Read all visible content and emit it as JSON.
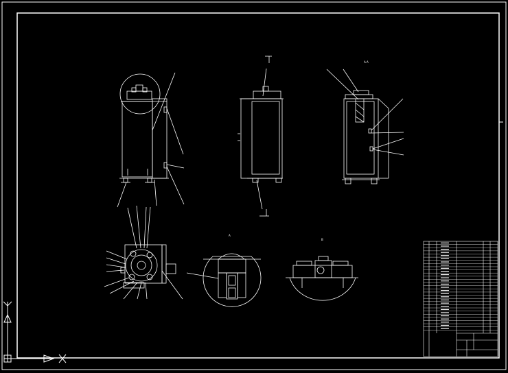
{
  "drawing": {
    "background": "#000000",
    "line_color": "#ffffff",
    "section_label_a": "A",
    "section_label_b": "B",
    "view_label_top": "A-A",
    "axis_x_label": "X",
    "axis_y_label": "Y"
  },
  "title_block": {
    "rows": 29
  }
}
